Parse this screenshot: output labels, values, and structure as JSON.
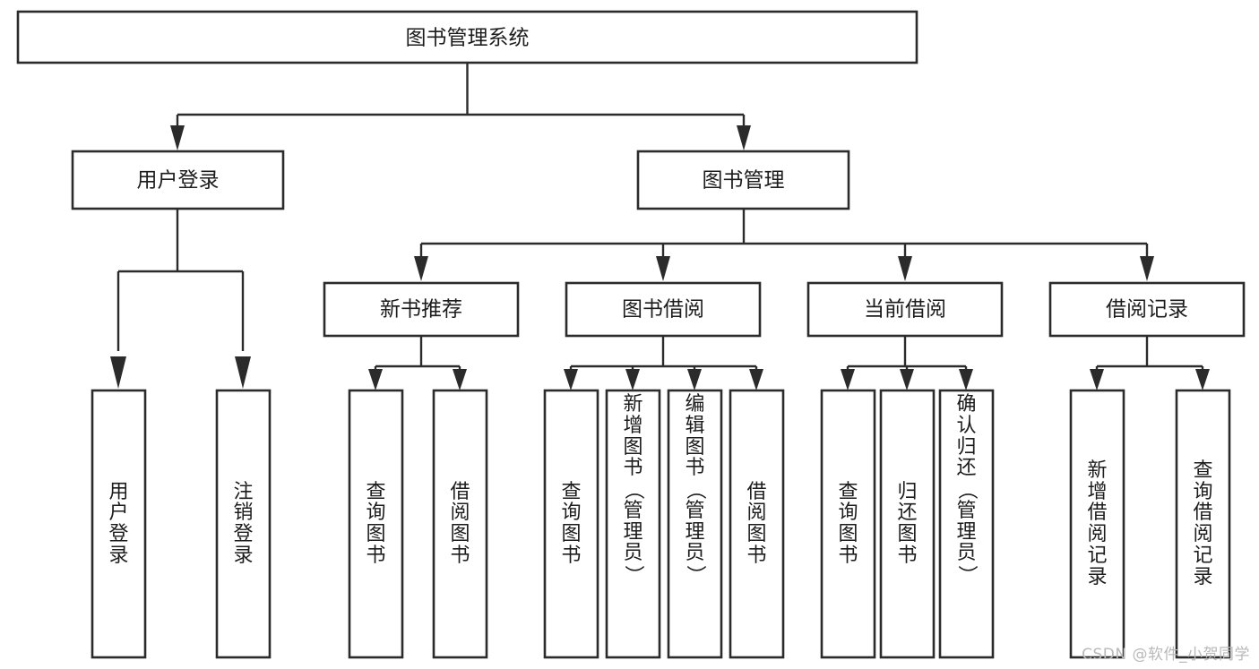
{
  "diagram": {
    "title": "图书管理系统",
    "type": "hierarchy-tree",
    "orientation": "top-down",
    "colors": {
      "box_stroke": "#2b2b2b",
      "box_fill": "#ffffff",
      "connector": "#2b2b2b",
      "text": "#1c1c1c",
      "watermark": "#b9b9b9",
      "background": "#ffffff"
    },
    "root": {
      "label": "图书管理系统",
      "orientation": "horizontal"
    },
    "level2": [
      {
        "label": "用户登录",
        "orientation": "horizontal"
      },
      {
        "label": "图书管理",
        "orientation": "horizontal"
      }
    ],
    "level3": [
      {
        "label": "新书推荐",
        "orientation": "horizontal"
      },
      {
        "label": "图书借阅",
        "orientation": "horizontal"
      },
      {
        "label": "当前借阅",
        "orientation": "horizontal"
      },
      {
        "label": "借阅记录",
        "orientation": "horizontal"
      }
    ],
    "leaves": {
      "user_login": [
        {
          "label": "用户登录",
          "orientation": "vertical"
        },
        {
          "label": "注销登录",
          "orientation": "vertical"
        }
      ],
      "new_book_recommend": [
        {
          "label": "查询图书",
          "orientation": "vertical"
        },
        {
          "label": "借阅图书",
          "orientation": "vertical"
        }
      ],
      "book_borrow": [
        {
          "label": "查询图书",
          "orientation": "vertical"
        },
        {
          "label": "新增图书（管理员）",
          "orientation": "vertical"
        },
        {
          "label": "编辑图书（管理员）",
          "orientation": "vertical"
        },
        {
          "label": "借阅图书",
          "orientation": "vertical"
        }
      ],
      "current_borrow": [
        {
          "label": "查询图书",
          "orientation": "vertical"
        },
        {
          "label": "归还图书",
          "orientation": "vertical"
        },
        {
          "label": "确认归还（管理员）",
          "orientation": "vertical"
        }
      ],
      "borrow_record": [
        {
          "label": "新增借阅记录",
          "orientation": "vertical"
        },
        {
          "label": "查询借阅记录",
          "orientation": "vertical"
        }
      ]
    }
  },
  "watermark": {
    "text": "CSDN @软件_小贺同学"
  }
}
